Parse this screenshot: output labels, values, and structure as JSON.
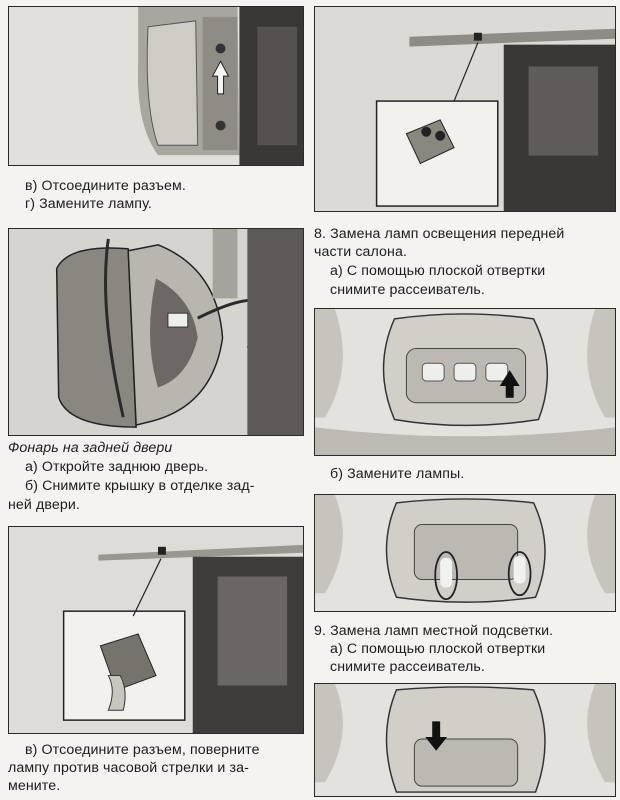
{
  "left_column": {
    "caption1_line1": "в) Отсоедините разъем.",
    "caption1_line2": "г) Замените лампу.",
    "section_title": "Фонарь на задней двери",
    "step_a": "а) Откройте заднюю дверь.",
    "step_b_line1": "б) Снимите крышку в отделке зад-",
    "step_b_line2": "ней двери.",
    "caption3_line1": "в) Отсоедините разъем, поверните",
    "caption3_line2": "лампу против часовой стрелки и за-",
    "caption3_line3": "мените."
  },
  "right_column": {
    "step8_line1": "8. Замена ламп освещения передней",
    "step8_line2": "части салона.",
    "step8a_line1": "а) С помощью плоской отвертки",
    "step8a_line2": "снимите рассеиватель.",
    "step8b": "б) Замените лампы.",
    "step9_line1": "9. Замена ламп местной подсветки.",
    "step9a_line1": "а) С помощью плоской отвертки",
    "step9a_line2": "снимите рассеиватель."
  }
}
